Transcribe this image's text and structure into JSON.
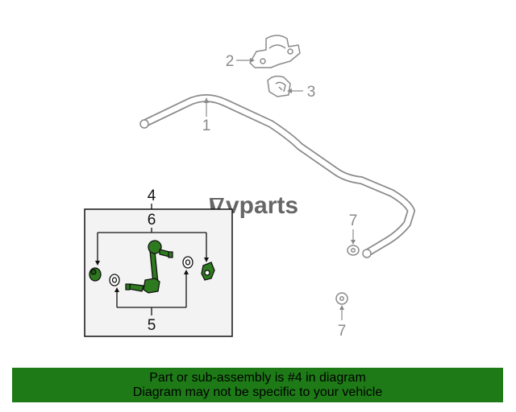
{
  "diagram": {
    "callouts": {
      "c1": "1",
      "c2": "2",
      "c3": "3",
      "c4": "4",
      "c5": "5",
      "c6": "6",
      "c7a": "7",
      "c7b": "7"
    },
    "watermark": "vparts"
  },
  "colors": {
    "highlight": "#1e7a17",
    "part_fill": "#2e7a1e",
    "line_grey": "#8a8a8a",
    "inset_bg": "#f3f3f3"
  },
  "banner": {
    "line1": "Part or sub-assembly is #4 in diagram",
    "line2": "Diagram may not be specific to your vehicle"
  }
}
